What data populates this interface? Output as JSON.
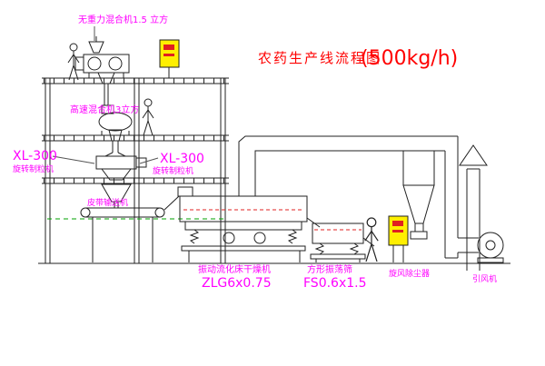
{
  "title": {
    "text": "农药生产线流程图",
    "capacity": "(500kg/h)"
  },
  "labels": {
    "top_mixer": "无重力混合机1.5 立方",
    "high_speed_mixer": "高速混合机3立方",
    "granulator_left_model": "XL-300",
    "granulator_left_name": "旋转制粒机",
    "granulator_right_model": "XL-300",
    "granulator_right_name": "旋转制粒机",
    "belt_conveyor": "皮带输送机",
    "dryer_name": "振动流化床干燥机",
    "dryer_model": "ZLG6x0.75",
    "sieve_name": "方形振荡筛",
    "sieve_model": "FS0.6x1.5",
    "cyclone": "旋风除尘器",
    "fan": "引风机"
  },
  "colors": {
    "background": "#ffffff",
    "line": "#222222",
    "label": "#ff00ff",
    "title": "#ff0000",
    "cabinet_fill": "#ffef00",
    "accent_red": "#e02020",
    "accent_green": "#00a000"
  }
}
